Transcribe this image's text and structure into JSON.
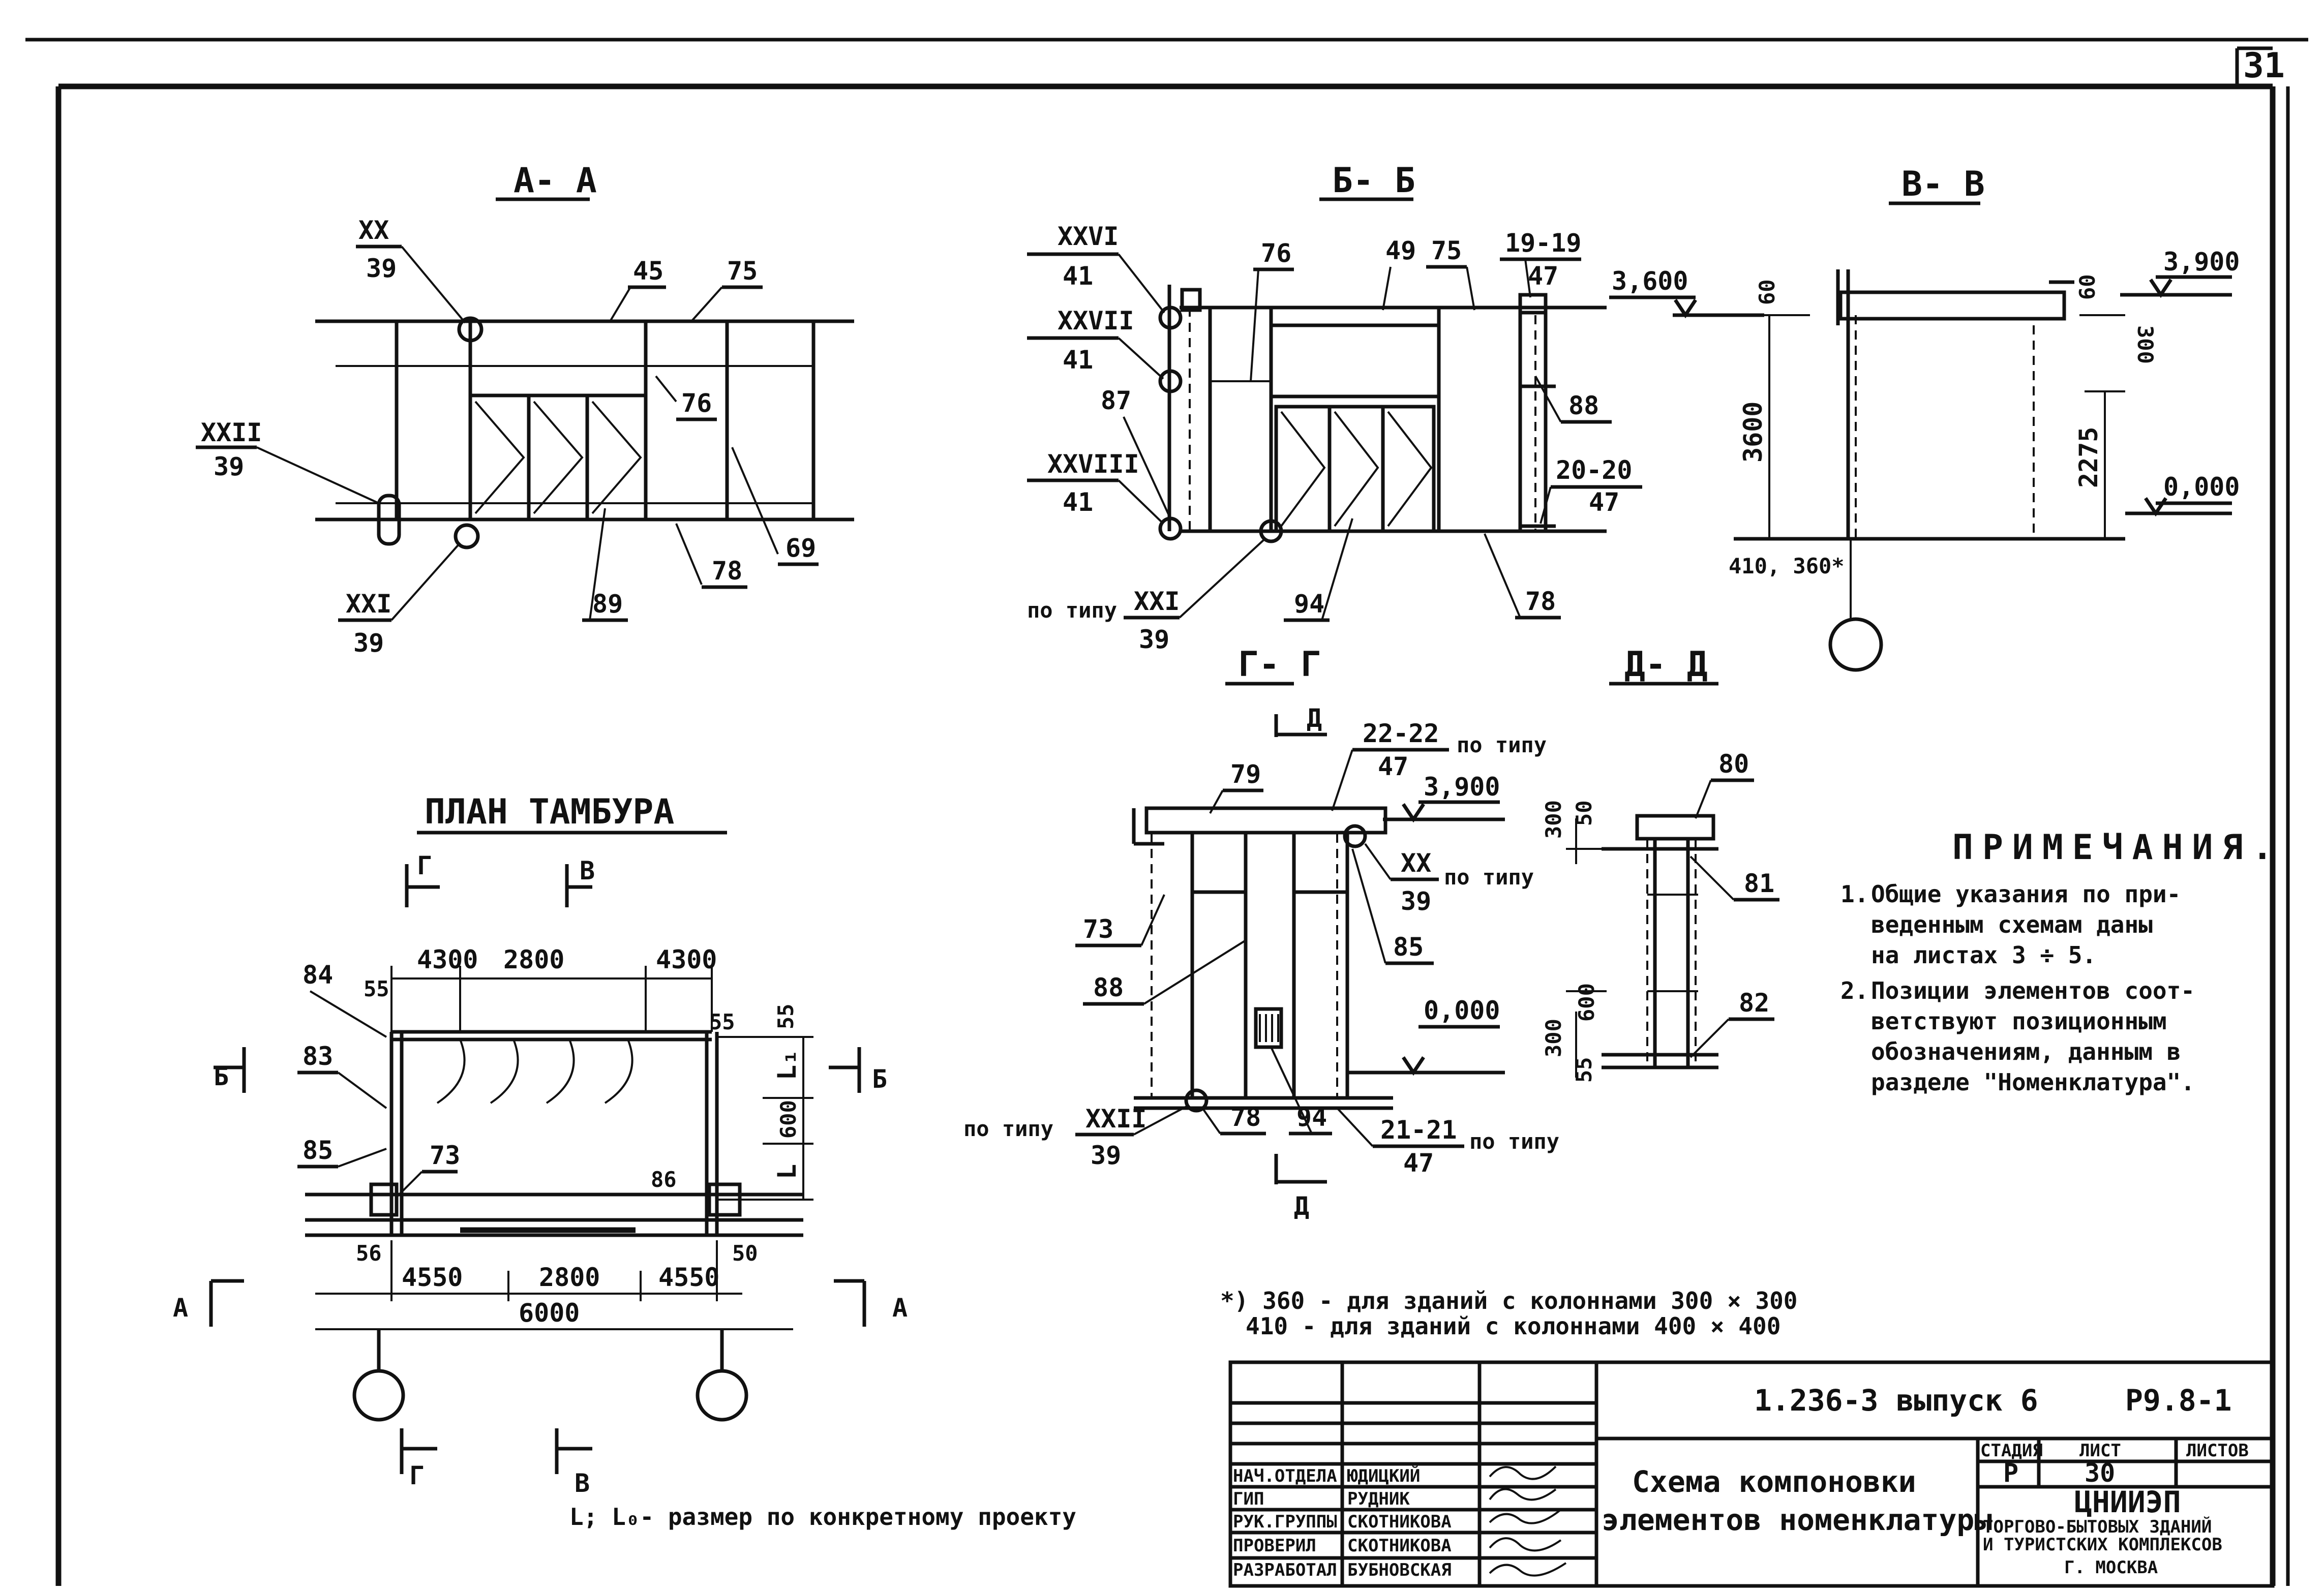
{
  "sheet_number": "31",
  "sections": {
    "aa": {
      "title": "А- А",
      "refs": [
        "XX",
        "39",
        "XXII",
        "39",
        "XXI",
        "39"
      ],
      "nums": [
        "45",
        "75",
        "76",
        "69",
        "78",
        "89"
      ]
    },
    "bb": {
      "title": "Б- Б",
      "refs": [
        "XXVI",
        "41",
        "XXVII",
        "41",
        "XXVIII",
        "41",
        "XXI",
        "39"
      ],
      "nums": [
        "76",
        "49",
        "75",
        "19-19",
        "47",
        "87",
        "88",
        "20-20",
        "47",
        "94",
        "78"
      ],
      "po_tipu": "по типу"
    },
    "vv": {
      "title": "В- В",
      "marks": [
        "3,600",
        "3,900",
        "0,000"
      ],
      "dims": [
        "60",
        "60",
        "300",
        "3600",
        "2275"
      ],
      "offset": "410, 360*"
    },
    "gg": {
      "title": "Г- Г",
      "marks": [
        "3,900",
        "0,000"
      ],
      "nums": [
        "22-22",
        "47",
        "79",
        "73",
        "88",
        "85",
        "78",
        "94",
        "21-21",
        "47",
        "XX",
        "39",
        "XXII",
        "39"
      ],
      "po_tipu": "по типу",
      "cut": "Д"
    },
    "dd": {
      "title": "Д- Д",
      "nums": [
        "80",
        "81",
        "82"
      ],
      "dims": [
        "300",
        "50",
        "600",
        "300",
        "55"
      ]
    },
    "plan": {
      "title": "ПЛАН   ТАМБУРА",
      "dims_top": [
        "4300",
        "2800",
        "4300"
      ],
      "dims_bottom": [
        "4550",
        "2800",
        "4550"
      ],
      "total": "6000",
      "side": [
        "55",
        "55",
        "55",
        "50",
        "56",
        "600",
        "L",
        "L₁"
      ],
      "nums": [
        "84",
        "83",
        "85",
        "73",
        "86"
      ],
      "cuts": [
        "Г",
        "В",
        "Б",
        "Б",
        "А",
        "А",
        "Г",
        "В"
      ]
    }
  },
  "notes": {
    "heading": "ПРИМЕЧАНИЯ.",
    "items": [
      [
        "1.",
        "Общие указания по при-",
        "веденным схемам даны",
        "на листах 3 ÷ 5."
      ],
      [
        "2.",
        "Позиции элементов соот-",
        "ветствуют позиционным",
        "обозначениям, данным в",
        "разделе \"Номенклатура\"."
      ]
    ]
  },
  "footnote": [
    "*) 360 - для зданий с колоннами 300 × 300",
    "410 - для зданий с колоннами 400 × 400"
  ],
  "legend": "L; L₀- размер по конкретному проекту",
  "stamp": {
    "code": "1.236-3  выпуск 6",
    "sheet_code": "Р9.8-1",
    "title_lines": [
      "Схема компоновки",
      "элементов номенклатуры"
    ],
    "roles": [
      "НАЧ.ОТДЕЛА",
      "ГИП",
      "РУК.ГРУППЫ",
      "ПРОВЕРИЛ",
      "РАЗРАБОТАЛ"
    ],
    "names": [
      "ЮДИЦКИЙ",
      "РУДНИК",
      "СКОТНИКОВА",
      "СКОТНИКОВА",
      "БУБНОВСКАЯ"
    ],
    "col_headers": [
      "СТАДИЯ",
      "ЛИСТ",
      "ЛИСТОВ"
    ],
    "stage": "Р",
    "sheet": "30",
    "org": [
      "ЦНИИЭП",
      "ТОРГОВО-БЫТОВЫХ ЗДАНИЙ",
      "И ТУРИСТСКИХ КОМПЛЕКСОВ",
      "Г. МОСКВА"
    ]
  }
}
